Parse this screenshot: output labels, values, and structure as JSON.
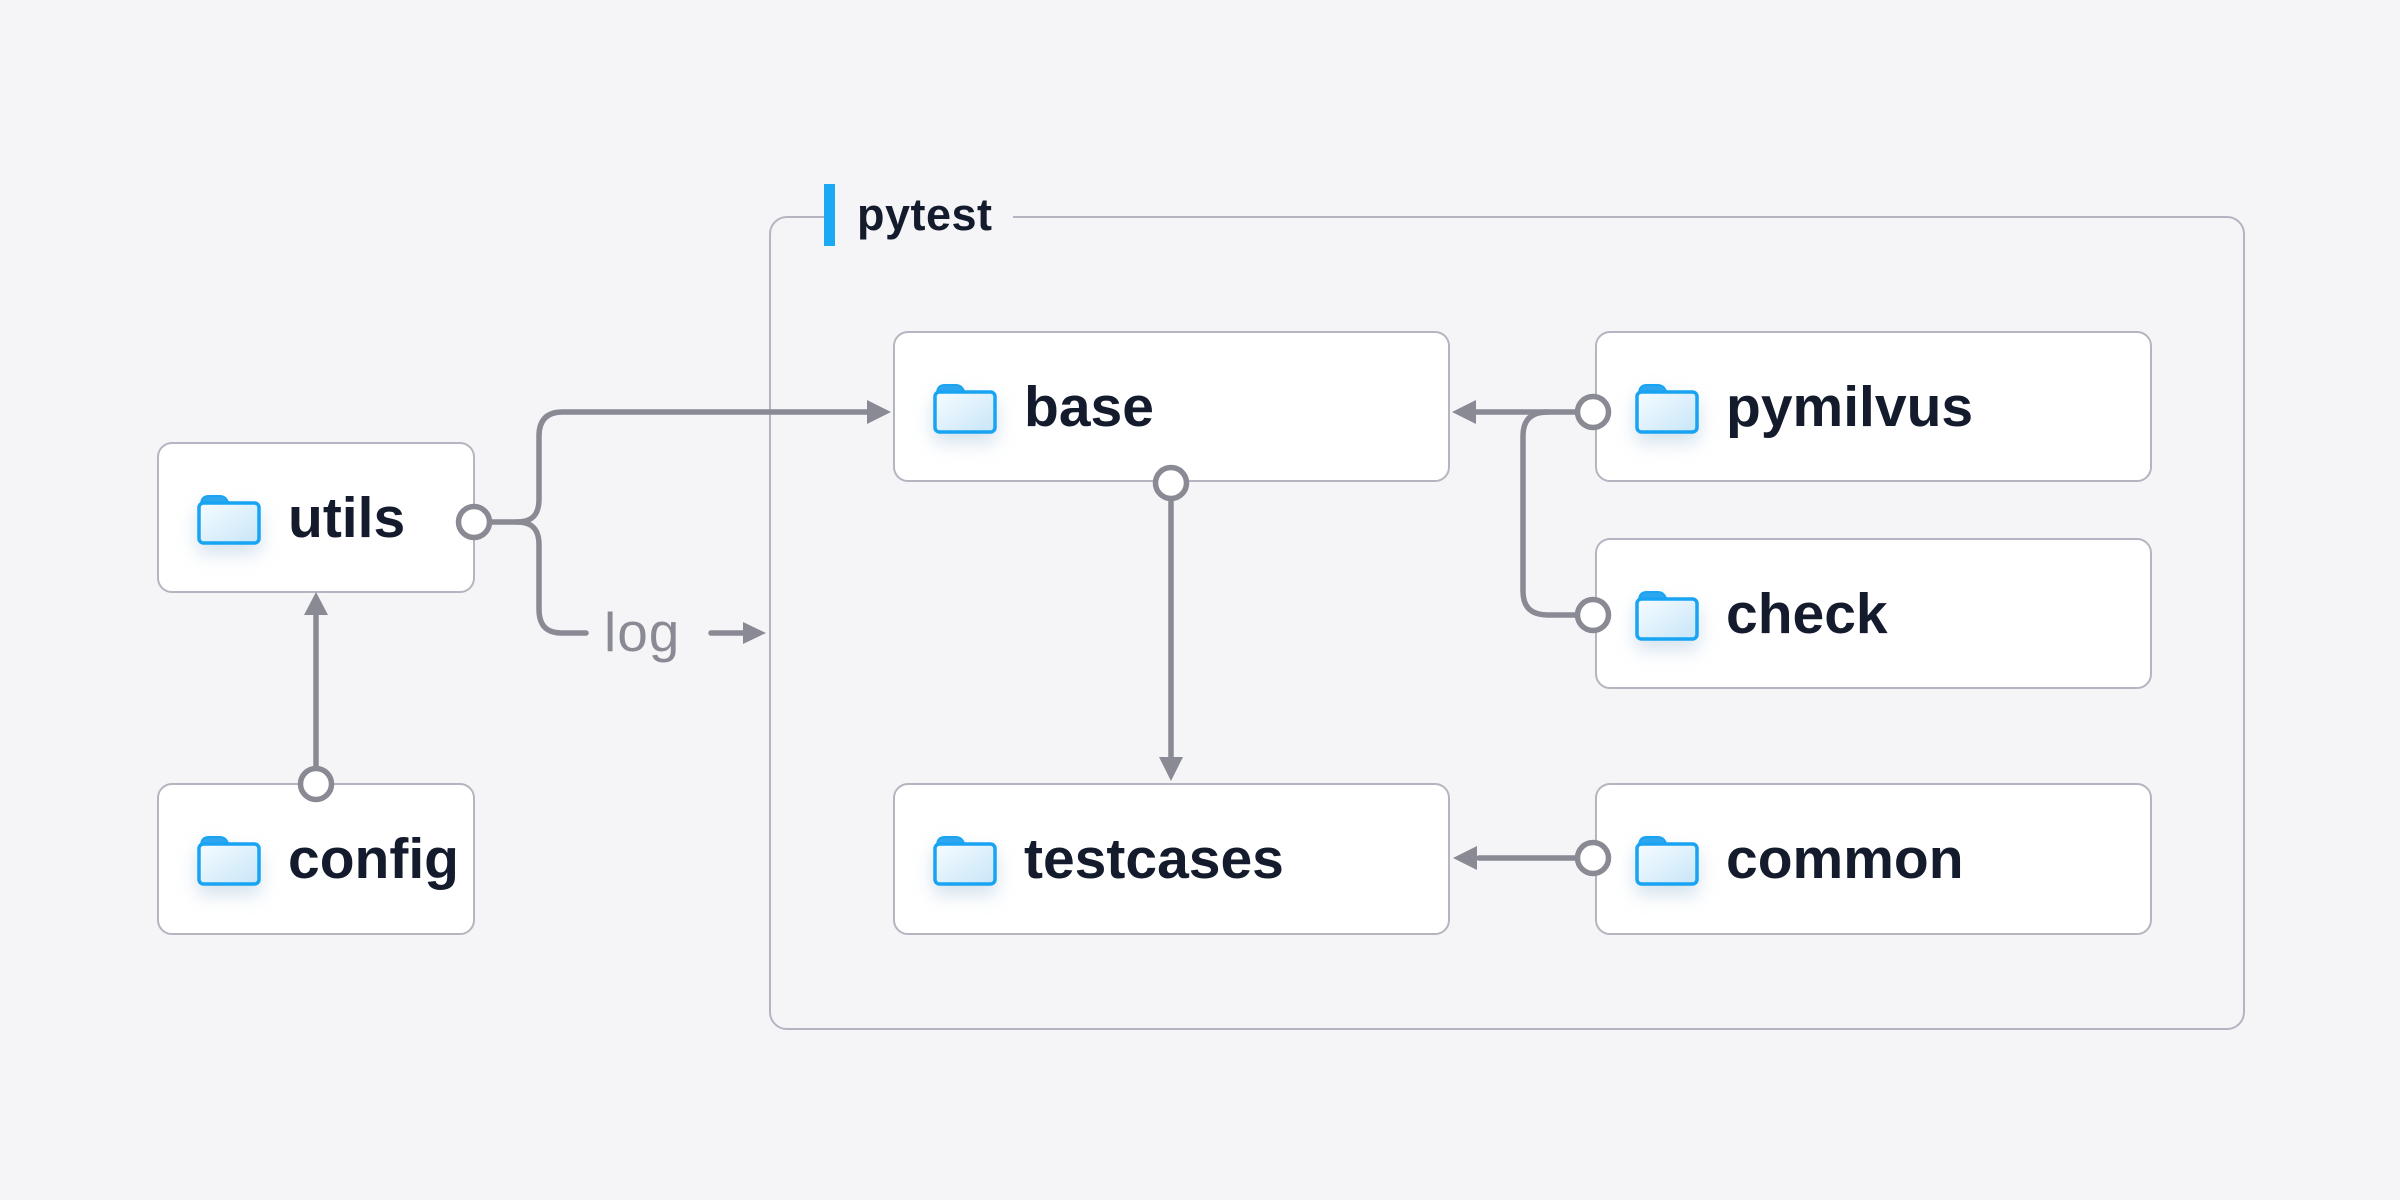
{
  "diagram": {
    "container": {
      "label": "pytest"
    },
    "nodes": {
      "utils": {
        "label": "utils",
        "icon": "folder-icon"
      },
      "config": {
        "label": "config",
        "icon": "folder-icon"
      },
      "base": {
        "label": "base",
        "icon": "folder-icon"
      },
      "pymilvus": {
        "label": "pymilvus",
        "icon": "folder-icon"
      },
      "check": {
        "label": "check",
        "icon": "folder-icon"
      },
      "testcases": {
        "label": "testcases",
        "icon": "folder-icon"
      },
      "common": {
        "label": "common",
        "icon": "folder-icon"
      }
    },
    "edge_label": "log",
    "edges": [
      {
        "from": "config",
        "to": "utils",
        "style": "arrow"
      },
      {
        "from": "utils",
        "to": "base",
        "style": "arrow"
      },
      {
        "from": "utils",
        "to": "pytest-container",
        "style": "arrow",
        "label": "log"
      },
      {
        "from": "pymilvus",
        "to": "base",
        "style": "arrow"
      },
      {
        "from": "check",
        "to": "base",
        "style": "arrow"
      },
      {
        "from": "base",
        "to": "testcases",
        "style": "arrow"
      },
      {
        "from": "common",
        "to": "testcases",
        "style": "arrow"
      }
    ],
    "colors": {
      "page_bg": "#f5f5f7",
      "node_bg": "#ffffff",
      "ink": "#131b2c",
      "line_gray": "#8a8a95",
      "border_gray": "#b5b5c1",
      "accent_blue": "#1ca9f4",
      "folder_stroke": "#18a4f2",
      "folder_tab": "#2ea6ee",
      "folder_fill_light": "#f6fcff",
      "folder_fill_dark": "#c7e5f8"
    }
  }
}
